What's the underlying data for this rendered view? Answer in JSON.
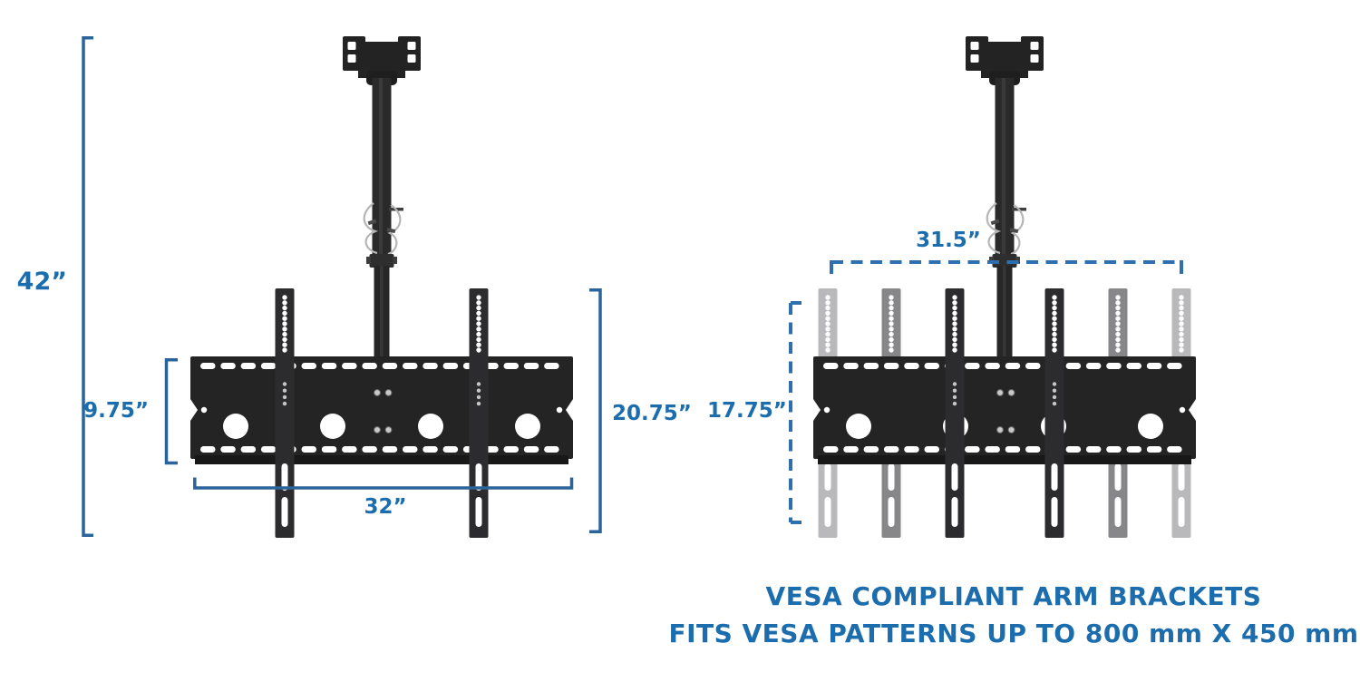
{
  "left_diagram": {
    "description": "single ceiling TV mount front view",
    "dimensions": {
      "drop_height": "42”",
      "plate_height": "9.75”",
      "plate_width": "32”",
      "overall_height": "20.75”"
    }
  },
  "right_diagram": {
    "description": "ceiling TV mount with adjustable VESA arm bracket positions",
    "dimensions": {
      "bracket_span": "31.5”",
      "bracket_height": "17.75”"
    },
    "caption": {
      "line1": "VESA COMPLIANT ARM BRACKETS",
      "line2": "FITS VESA PATTERNS UP TO 800 mm X 450 mm"
    }
  },
  "colors": {
    "label_blue": "#1b6dad",
    "line_blue": "#2a649b",
    "dash_blue": "#2f6fae",
    "metal_black": "#242424",
    "ghost_mid": "#87878a",
    "ghost_light": "#b9b9bc"
  }
}
